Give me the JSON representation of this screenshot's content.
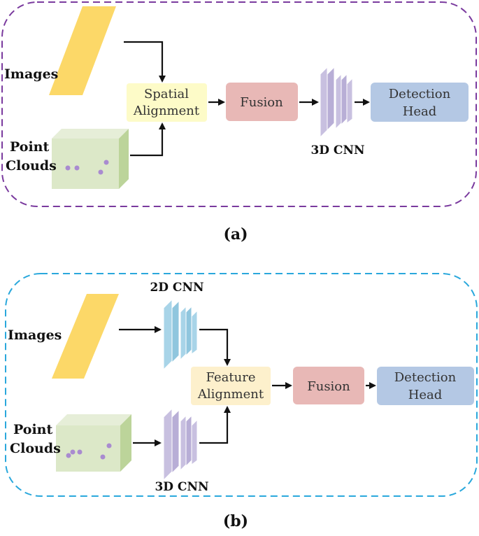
{
  "panel_a": {
    "caption": "(a)",
    "images_label": "Images",
    "point_clouds_label_1": "Point",
    "point_clouds_label_2": "Clouds",
    "spatial_alignment_1": "Spatial",
    "spatial_alignment_2": "Alignment",
    "fusion": "Fusion",
    "cnn_label": "3D CNN",
    "detection_1": "Detection",
    "detection_2": "Head",
    "border_color": "#7a3a9e"
  },
  "panel_b": {
    "caption": "(b)",
    "images_label": "Images",
    "point_clouds_label_1": "Point",
    "point_clouds_label_2": "Clouds",
    "cnn_2d_label": "2D CNN",
    "cnn_3d_label": "3D CNN",
    "feature_alignment_1": "Feature",
    "feature_alignment_2": "Alignment",
    "fusion": "Fusion",
    "detection_1": "Detection",
    "detection_2": "Head",
    "border_color": "#2aa8dc"
  },
  "colors": {
    "image_plane": "#fcd868",
    "point_cloud_front": "#dce8c8",
    "point_cloud_side": "#bcd49a",
    "points": "#a98bd0",
    "spatial_alignment_box": "#fdfbc8",
    "feature_alignment_box": "#fdf0cc",
    "fusion_box": "#e8b8b6",
    "detection_box": "#b4c8e4",
    "cnn_3d": "#c8c0e0",
    "cnn_2d": "#a8d4e8"
  }
}
